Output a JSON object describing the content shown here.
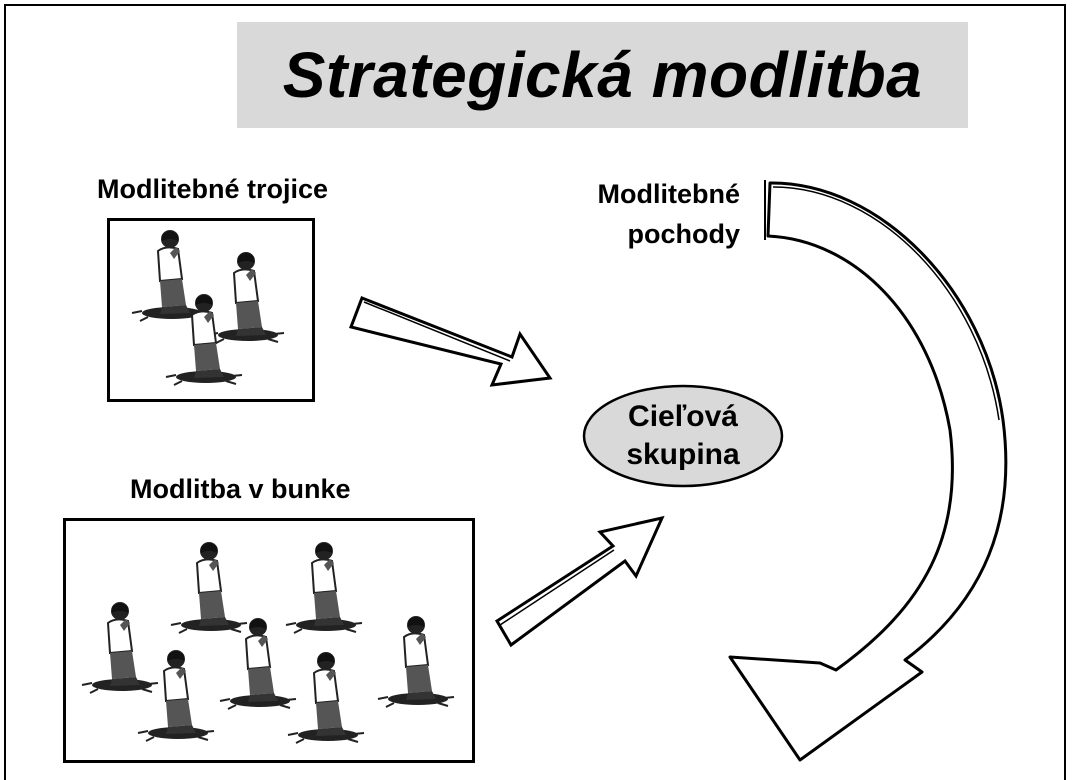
{
  "slide": {
    "title": "Strategická modlitba",
    "triads_label": "Modlitebné trojice",
    "cell_label": "Modlitba v bunke",
    "walks_label_line1": "Modlitebné",
    "walks_label_line2": "pochody",
    "target_line1": "Cieľová",
    "target_line2": "skupina"
  },
  "colors": {
    "title_background": "#d9d9d9",
    "ellipse_fill": "#d9d9d9",
    "outline": "#000000"
  },
  "icons": {
    "praying_figure": "kneeling-praying-person-icon"
  }
}
